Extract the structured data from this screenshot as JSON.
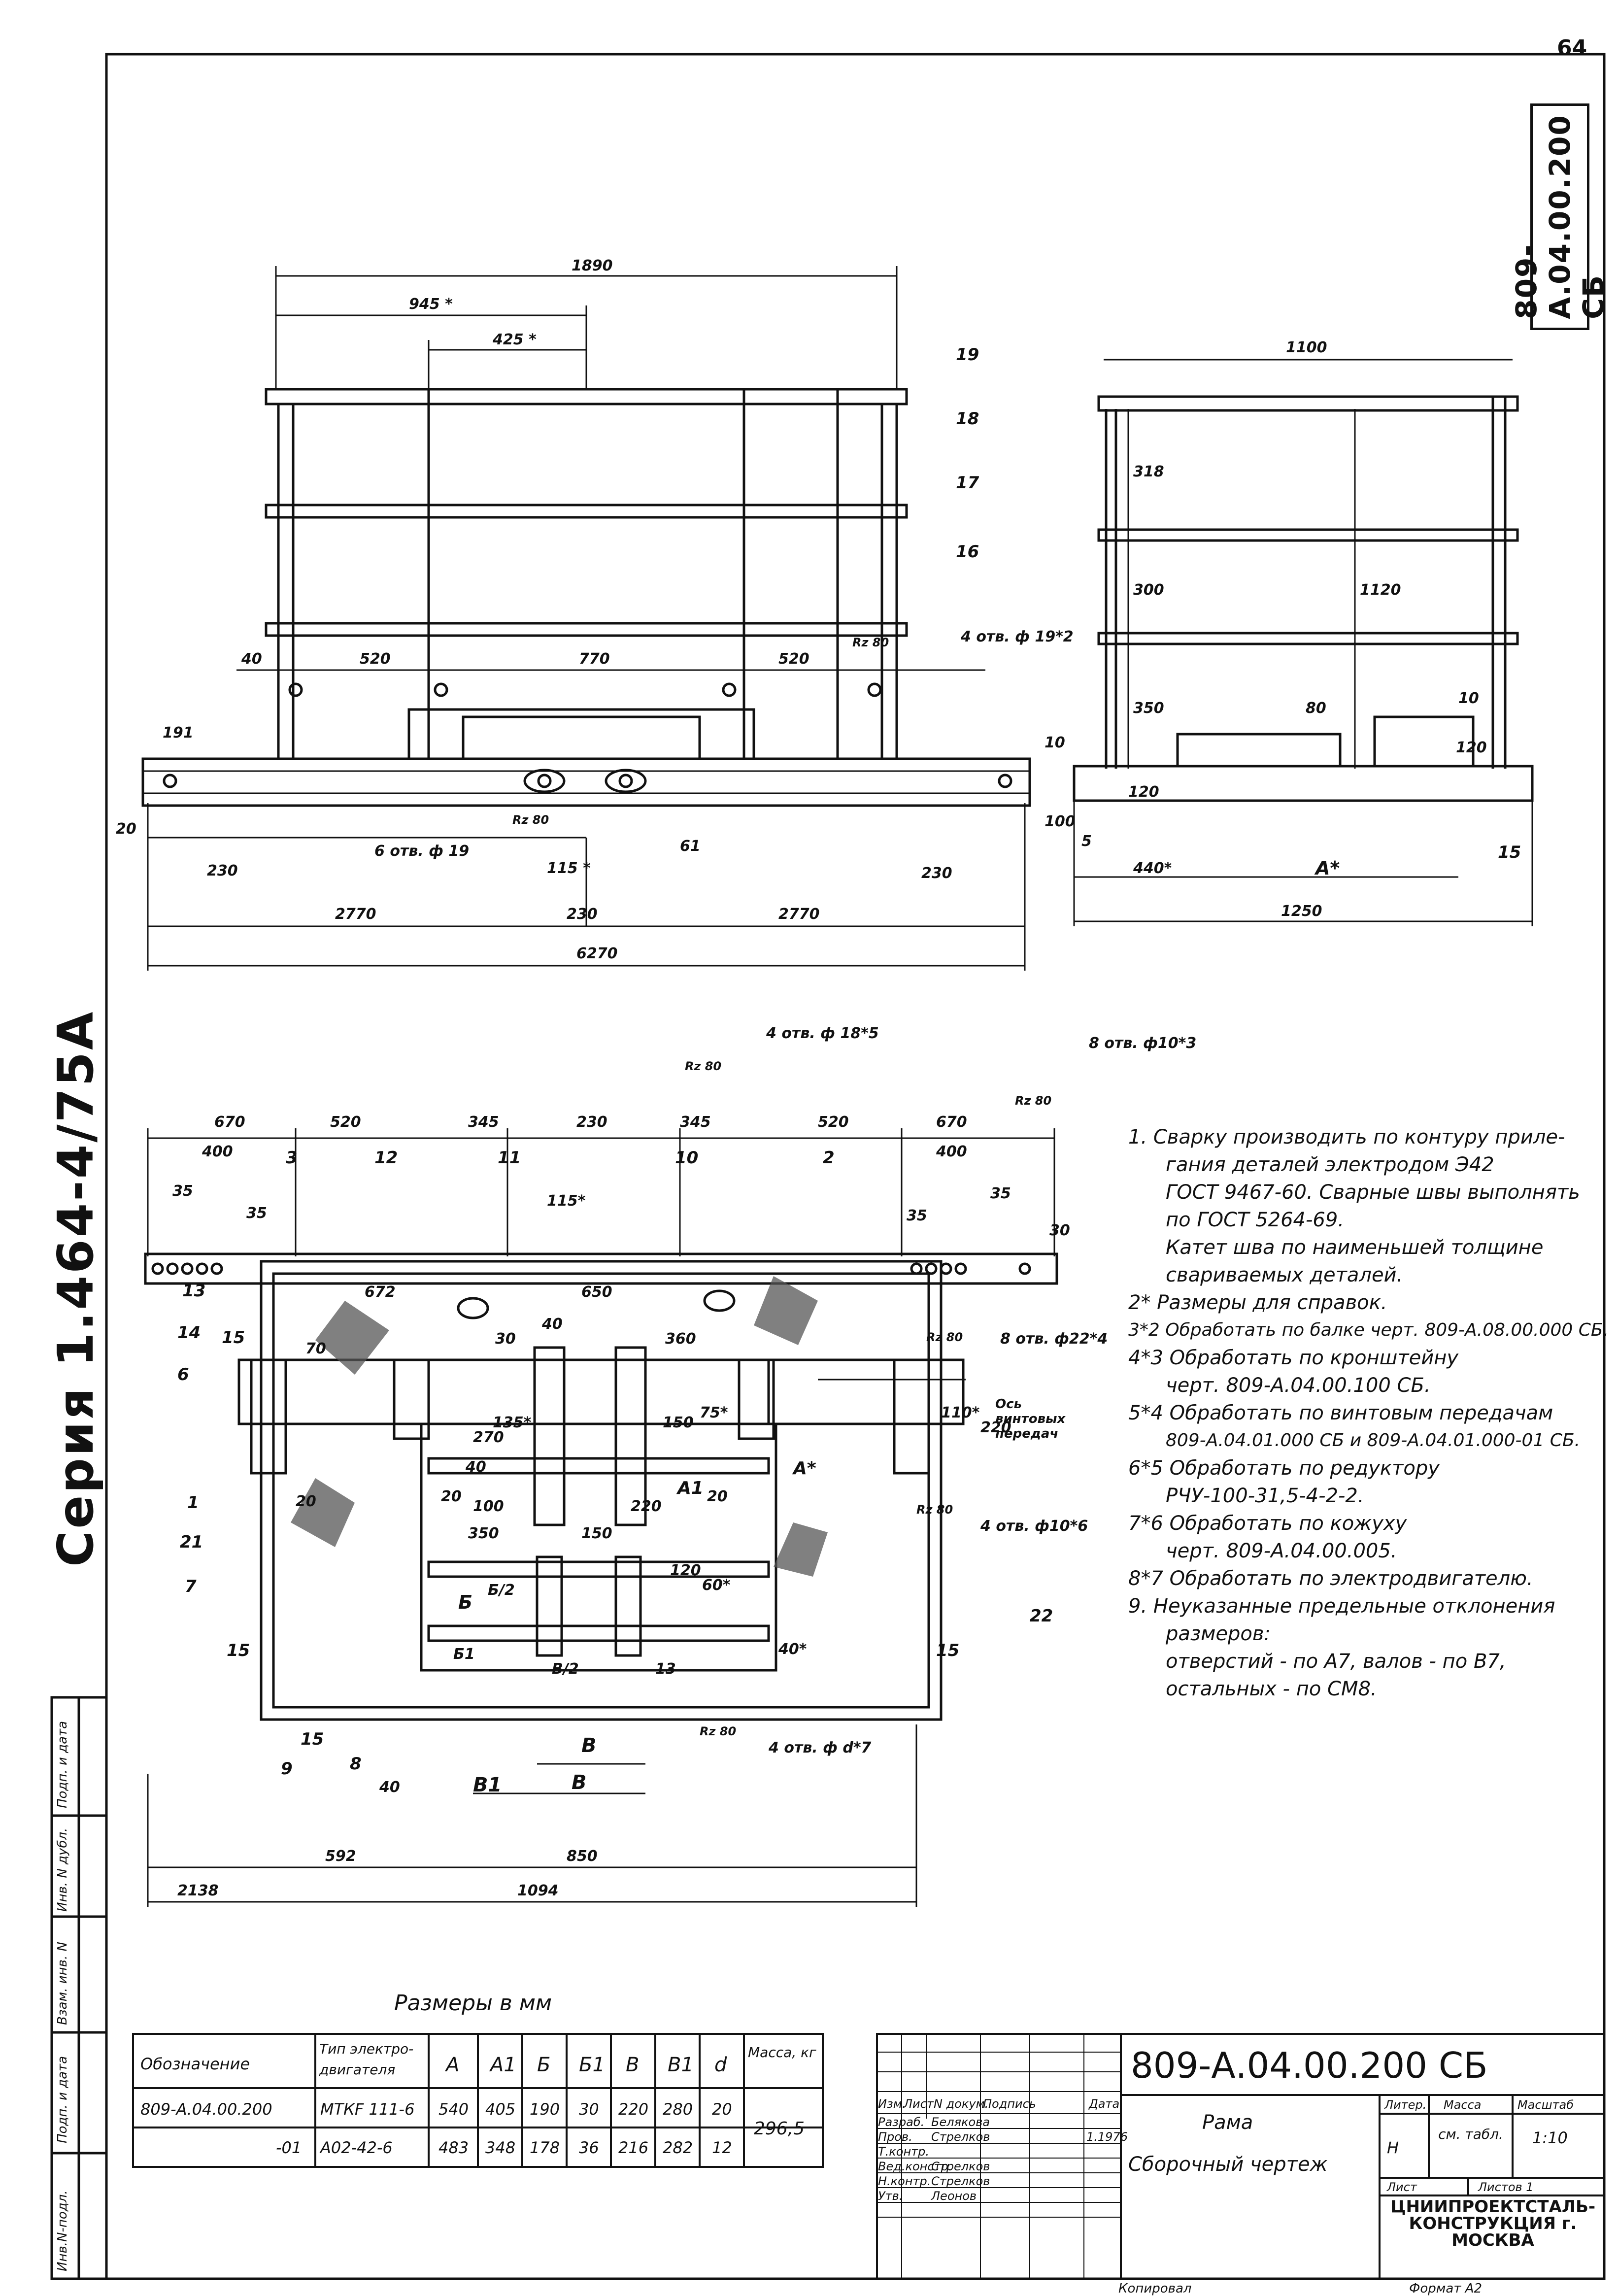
{
  "sheet": {
    "page_number": "64",
    "side_code": "809-А.04.00.200 СБ",
    "series": "Серия 1.464-4/75А",
    "left_strip": [
      "Инв.N-подл.",
      "Подп. и дата",
      "Взам. инв. N",
      "Инв. N дубл.",
      "Подп. и дата"
    ]
  },
  "front_view": {
    "dims": [
      "1890",
      "945 *",
      "425 *",
      "40",
      "520",
      "770",
      "520",
      "Rz 80",
      "4 отв. ф 19*2",
      "191",
      "20",
      "6 отв. ф 19",
      "Rz 80",
      "115 *",
      "61",
      "230",
      "230",
      "2770",
      "230",
      "2770",
      "6270"
    ],
    "labels": [
      "19",
      "18",
      "17",
      "16"
    ]
  },
  "side_view": {
    "dims": [
      "1100",
      "318",
      "300",
      "1120",
      "350",
      "80",
      "10",
      "120",
      "10",
      "100",
      "120",
      "5",
      "440*",
      "A*",
      "1250"
    ],
    "labels": [
      "15"
    ]
  },
  "plan_view": {
    "dims": [
      "670",
      "520",
      "345",
      "230",
      "345",
      "520",
      "670",
      "400",
      "400",
      "35",
      "35",
      "35",
      "35",
      "115*",
      "30",
      "672",
      "650",
      "360",
      "30",
      "40",
      "70",
      "110*",
      "220",
      "150",
      "75*",
      "135*",
      "270",
      "40",
      "100",
      "20",
      "220",
      "20",
      "20",
      "350",
      "150",
      "120",
      "60*",
      "40*",
      "Б",
      "Б/2",
      "Б1",
      "В/2",
      "13",
      "В",
      "40",
      "В1",
      "В",
      "592",
      "850",
      "2138",
      "1094"
    ],
    "callouts": [
      "4 отв. ф 18*5",
      "Rz 80",
      "8 отв. ф10*3",
      "Rz 80",
      "Rz 80",
      "8 отв. ф22*4",
      "Ось винтовых передач",
      "Rz 80",
      "4 отв. ф10*6",
      "Rz 80",
      "4 отв. ф d*7",
      "A1",
      "A*"
    ],
    "labels": [
      "3",
      "12",
      "11",
      "10",
      "2",
      "13",
      "14",
      "15",
      "6",
      "1",
      "21",
      "7",
      "15",
      "9",
      "8",
      "15",
      "22",
      "15"
    ]
  },
  "notes": [
    "1. Сварку производить по контуру приле-",
    "гания деталей электродом Э42",
    "ГОСТ 9467-60. Сварные швы выполнять",
    "по ГОСТ 5264-69.",
    "Катет шва по наименьшей толщине",
    "свариваемых деталей.",
    "2* Размеры для справок.",
    "3*2 Обработать по балке черт. 809-А.08.00.000 СБ.",
    "4*3 Обработать по кронштейну",
    "черт. 809-А.04.00.100 СБ.",
    "5*4 Обработать по винтовым передачам",
    "809-А.04.01.000 СБ и 809-А.04.01.000-01 СБ.",
    "6*5 Обработать по редуктору",
    "РЧУ-100-31,5-4-2-2.",
    "7*6 Обработать по кожуху",
    "черт. 809-А.04.00.005.",
    "8*7 Обработать по электродвигателю.",
    "9. Неуказанные предельные отклонения",
    "размеров:",
    "отверстий - по A7, валов - по B7,",
    "остальных - по CM8."
  ],
  "size_table": {
    "caption": "Размеры в мм",
    "headers": [
      "Обозначение",
      "Тип электро-двигателя",
      "A",
      "A1",
      "Б",
      "Б1",
      "В",
      "В1",
      "d",
      "Масса, кг"
    ],
    "rows": [
      [
        "809-А.04.00.200",
        "МТКF 111-6",
        "540",
        "405",
        "190",
        "30",
        "220",
        "280",
        "20"
      ],
      [
        "-01",
        "А02-42-6",
        "483",
        "348",
        "178",
        "36",
        "216",
        "282",
        "12"
      ]
    ],
    "mass": "296,5"
  },
  "title_block": {
    "designation": "809-А.04.00.200 СБ",
    "name": "Рама",
    "doc_type": "Сборочный чертеж",
    "col_heads": [
      "Изм.",
      "Лист",
      "N докум.",
      "Подпись",
      "Дата"
    ],
    "roles": [
      "Разраб.",
      "Пров.",
      "Т.контр.",
      "Вед.констр.",
      "Н.контр.",
      "Утв."
    ],
    "people": [
      "Белякова",
      "Стрелков",
      "",
      "Стрелков",
      "Стрелков",
      "Леонов"
    ],
    "date": "1.1976",
    "litera_head": "Литер.",
    "mass_head": "Масса",
    "scale_head": "Масштаб",
    "litera": "Н",
    "mass": "см. табл.",
    "scale": "1:10",
    "sheet_label": "Лист",
    "sheets_label": "Листов 1",
    "org": "ЦНИИПРОЕКТСТАЛЬ-КОНСТРУКЦИЯ г. МОСКВА",
    "copied": "Копировал",
    "format": "Формат А2"
  }
}
